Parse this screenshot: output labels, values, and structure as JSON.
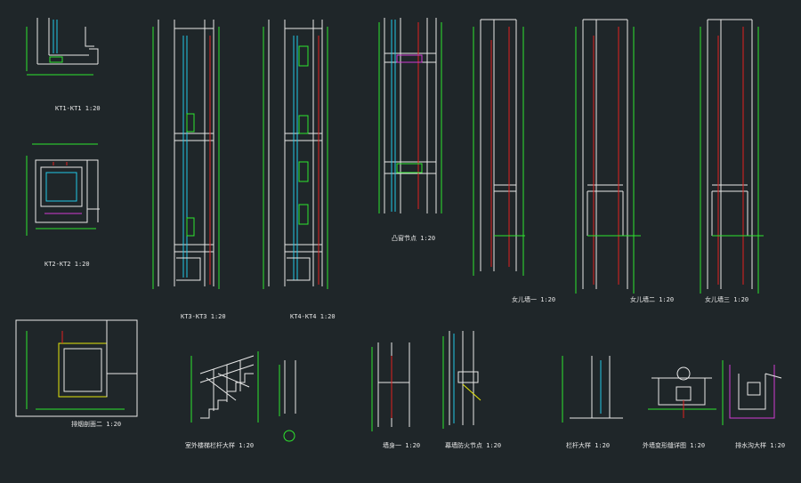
{
  "sheet": {
    "background": "#1f2629",
    "colors": {
      "outline": "#e8e8e8",
      "dimension": "#2ee62e",
      "glass": "#22c8e6",
      "axis": "#e02020",
      "note": "#d23cd2",
      "leader": "#e6e60a"
    }
  },
  "details": [
    {
      "key": "d1",
      "title": "KT1-KT1",
      "scale": "1:20"
    },
    {
      "key": "d2",
      "title": "KT2-KT2",
      "scale": "1:20"
    },
    {
      "key": "d3",
      "title": "KT3-KT3",
      "scale": "1:20"
    },
    {
      "key": "d4",
      "title": "KT4-KT4",
      "scale": "1:20"
    },
    {
      "key": "d5",
      "title": "凸窗节点",
      "scale": "1:20"
    },
    {
      "key": "d6",
      "title": "女儿墙一",
      "scale": "1:20"
    },
    {
      "key": "d7",
      "title": "女儿墙二",
      "scale": "1:20"
    },
    {
      "key": "d8",
      "title": "女儿墙三",
      "scale": "1:20"
    },
    {
      "key": "d9",
      "title": "排烟剖面二",
      "scale": "1:20"
    },
    {
      "key": "d10",
      "title": "室外楼梯栏杆大样",
      "scale": "1:20"
    },
    {
      "key": "d11",
      "title": "墙身一",
      "scale": "1:20"
    },
    {
      "key": "d12",
      "title": "幕墙防火节点",
      "scale": "1:20"
    },
    {
      "key": "d13",
      "title": "栏杆大样",
      "scale": "1:20"
    },
    {
      "key": "d14",
      "title": "外墙变形缝详图",
      "scale": "1:20"
    },
    {
      "key": "d15",
      "title": "排水沟大样",
      "scale": "1:20"
    }
  ]
}
